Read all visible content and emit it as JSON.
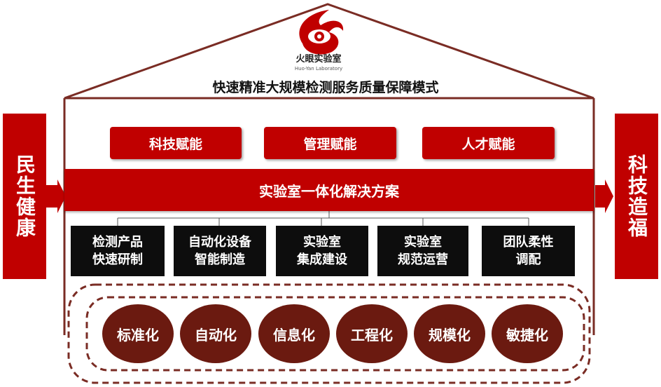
{
  "logo": {
    "name": "火眼实验室",
    "subname": "Huo-Yan Laboratory"
  },
  "title": "快速精准大规模检测服务质量保障模式",
  "left_label": "民生健康",
  "right_label": "科技造福",
  "pillars": [
    "科技赋能",
    "管理赋能",
    "人才赋能"
  ],
  "solution": "实验室一体化解决方案",
  "modules": [
    {
      "line1": "检测产品",
      "line2": "快速研制"
    },
    {
      "line1": "自动化设备",
      "line2": "智能制造"
    },
    {
      "line1": "实验室",
      "line2": "集成建设"
    },
    {
      "line1": "实验室",
      "line2": "规范运营"
    },
    {
      "line1": "团队柔性",
      "line2": "调配"
    }
  ],
  "foundations": [
    "标准化",
    "自动化",
    "信息化",
    "工程化",
    "规模化",
    "敏捷化"
  ],
  "colors": {
    "brand_red": "#c00000",
    "dark_box": "#0d0d0d",
    "circle_brown": "#6b1a10",
    "house_outline": "#7a2c24"
  }
}
